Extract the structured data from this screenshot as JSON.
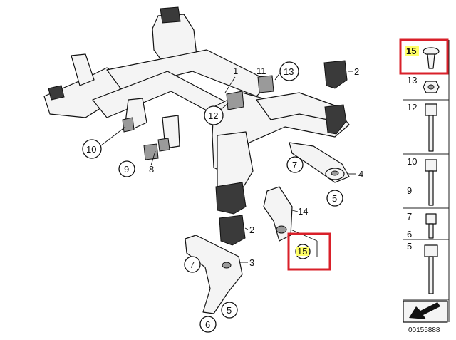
{
  "diagram": {
    "callouts": [
      {
        "id": "c1",
        "label": "1",
        "circled": false
      },
      {
        "id": "c2a",
        "label": "2",
        "circled": false
      },
      {
        "id": "c2b",
        "label": "2",
        "circled": false
      },
      {
        "id": "c3",
        "label": "3",
        "circled": false
      },
      {
        "id": "c4",
        "label": "4",
        "circled": false
      },
      {
        "id": "c5a",
        "label": "5",
        "circled": true
      },
      {
        "id": "c5b",
        "label": "5",
        "circled": true
      },
      {
        "id": "c6",
        "label": "6",
        "circled": true
      },
      {
        "id": "c7a",
        "label": "7",
        "circled": true
      },
      {
        "id": "c7b",
        "label": "7",
        "circled": true
      },
      {
        "id": "c8",
        "label": "8",
        "circled": false
      },
      {
        "id": "c9",
        "label": "9",
        "circled": true
      },
      {
        "id": "c10",
        "label": "10",
        "circled": true
      },
      {
        "id": "c11",
        "label": "11",
        "circled": false
      },
      {
        "id": "c12",
        "label": "12",
        "circled": true
      },
      {
        "id": "c13",
        "label": "13",
        "circled": true
      },
      {
        "id": "c14",
        "label": "14",
        "circled": false
      },
      {
        "id": "c15",
        "label": "15",
        "circled": true,
        "highlighted": true
      }
    ]
  },
  "sidebar": {
    "items": [
      {
        "label": "15",
        "highlighted": true
      },
      {
        "label": "13",
        "highlighted": false
      },
      {
        "label": "12",
        "highlighted": false
      },
      {
        "label": "10",
        "highlighted": false
      },
      {
        "label": "9",
        "highlighted": false
      },
      {
        "label": "7",
        "highlighted": false
      },
      {
        "label": "6",
        "highlighted": false
      },
      {
        "label": "5",
        "highlighted": false
      }
    ]
  },
  "footer": {
    "code": "00155888"
  },
  "colors": {
    "highlight": "#ffff66",
    "box": "#d9202a"
  }
}
